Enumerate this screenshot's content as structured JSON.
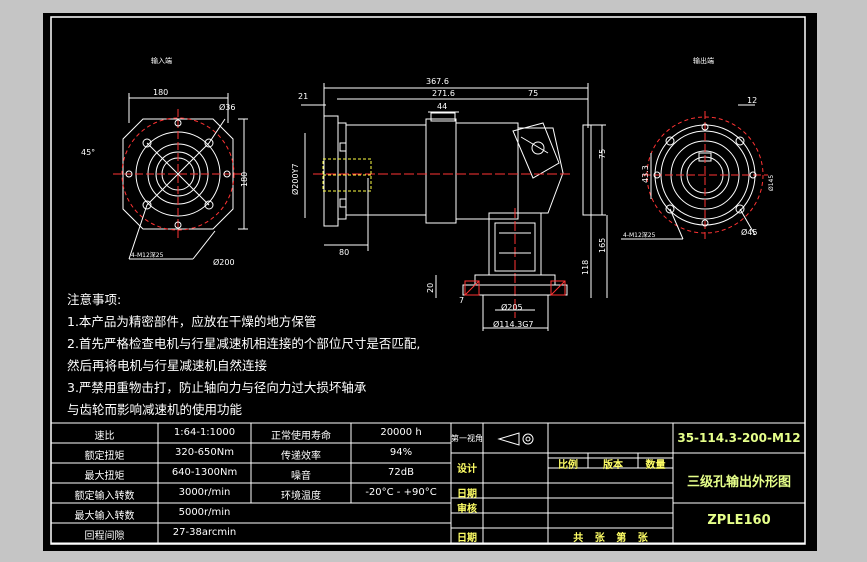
{
  "views": {
    "input_end_label": "输入端",
    "output_end_label": "输出端"
  },
  "dimensions": {
    "d180_top": "180",
    "d36": "Ø36",
    "d45deg": "45°",
    "d180_side": "180",
    "d4m12": "4-M12深25",
    "d200": "Ø200",
    "d367": "367.6",
    "d271": "271.6",
    "d21": "21",
    "d44": "44",
    "d75a": "75",
    "d75b": "75",
    "dphi2007": "Ø200Y7",
    "d80": "80",
    "d118": "118",
    "d165": "165",
    "d20": "20",
    "d7": "7",
    "d205": "Ø205",
    "d1143": "Ø114.3G7",
    "d12": "12",
    "d433": "43.3",
    "d4m12b": "4-M12深25",
    "d45": "Ø45",
    "d4145": "Ø145"
  },
  "notes": {
    "title": "注意事项:",
    "line1": "1.本产品为精密部件，应放在干燥的地方保管",
    "line2": "2.首先严格检查电机与行星减速机相连接的个部位尺寸是否匹配,",
    "line3": "然后再将电机与行星减速机自然连接",
    "line4": "3.严禁用重物击打，防止轴向力与径向力过大损坏轴承",
    "line5": "与齿轮而影响减速机的使用功能"
  },
  "spec_table": {
    "rows": [
      {
        "k1": "速比",
        "v1": "1:64-1:1000",
        "k2": "正常使用寿命",
        "v2": "20000 h"
      },
      {
        "k1": "额定扭矩",
        "v1": "320-650Nm",
        "k2": "传递效率",
        "v2": "94%"
      },
      {
        "k1": "最大扭矩",
        "v1": "640-1300Nm",
        "k2": "噪音",
        "v2": "72dB"
      },
      {
        "k1": "额定输入转数",
        "v1": "3000r/min",
        "k2": "环境温度",
        "v2": "-20°C - +90°C"
      },
      {
        "k1": "最大输入转数",
        "v1": "5000r/min",
        "k2": "",
        "v2": ""
      },
      {
        "k1": "回程间隙",
        "v1": "27-38arcmin",
        "k2": "",
        "v2": ""
      }
    ]
  },
  "title_block": {
    "first_angle": "第一视角",
    "design": "设计",
    "date1": "日期",
    "review": "审核",
    "date2": "日期",
    "scale": "比例",
    "version": "版本",
    "quantity": "数量",
    "sheets": "共  张  第  张",
    "drawing_no": "35-114.3-200-M12",
    "drawing_name": "三级孔输出外形图",
    "model": "ZPLE160"
  },
  "colors": {
    "line": "#ffffff",
    "center": "#ff3333",
    "hidden": "#ffff44",
    "border": "#ffffff",
    "title_text": "#ffff66"
  }
}
